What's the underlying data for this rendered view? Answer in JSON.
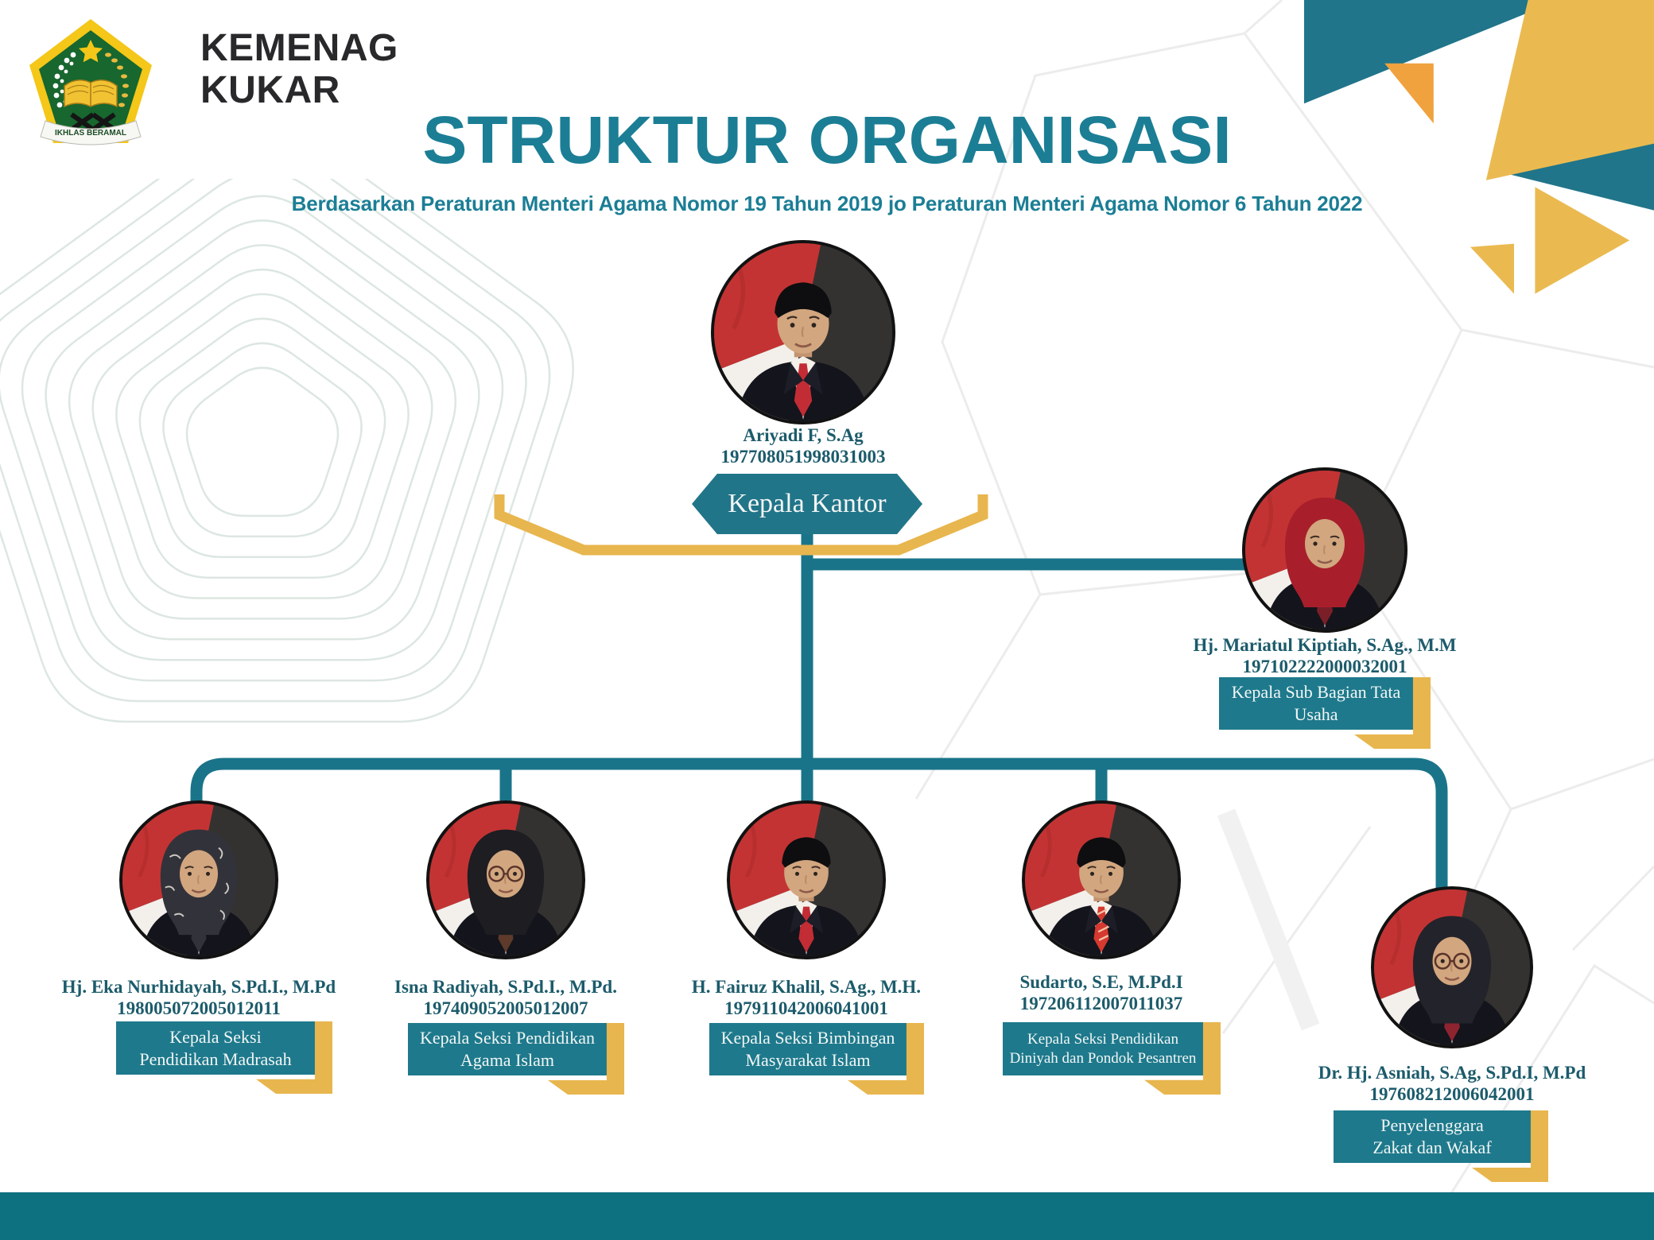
{
  "brand": {
    "line1": "KEMENAG",
    "line2": "KUKAR",
    "logo_banner": "IKHLAS BERAMAL"
  },
  "header": {
    "title": "STRUKTUR ORGANISASI",
    "subtitle": "Berdasarkan Peraturan Menteri Agama Nomor 19 Tahun 2019 jo Peraturan Menteri Agama Nomor 6 Tahun 2022"
  },
  "colors": {
    "teal_primary": "#1e798c",
    "teal_title": "#1b7e95",
    "teal_text": "#1c5b6b",
    "gold_accent": "#e8b64e",
    "footer_bar": "#0e7180",
    "logo_green": "#17672e",
    "logo_yellow": "#f4c718"
  },
  "people": [
    {
      "id": "ariyadi",
      "name": "Ariyadi F, S.Ag",
      "nip": "197708051998031003",
      "role_lines": [
        "Kepala Kantor"
      ],
      "badge": "hex",
      "avatar": {
        "headwear": "peci",
        "tie": "#c22d35"
      }
    },
    {
      "id": "mariatul",
      "name": "Hj. Mariatul Kiptiah, S.Ag., M.M",
      "nip": "197102222000032001",
      "role_lines": [
        "Kepala Sub Bagian Tata",
        "Usaha"
      ],
      "badge": "rect",
      "avatar": {
        "headwear": "hijab",
        "headwear_color": "#a81f2b",
        "tie": "#7a1f28"
      }
    },
    {
      "id": "eka",
      "name": "Hj. Eka Nurhidayah, S.Pd.I., M.Pd",
      "nip": "198005072005012011",
      "role_lines": [
        "Kepala Seksi",
        "Pendidikan Madrasah"
      ],
      "badge": "rect",
      "avatar": {
        "headwear": "hijab",
        "headwear_color": "#32323a",
        "pattern": true,
        "tie": "#32323a"
      }
    },
    {
      "id": "isna",
      "name": "Isna Radiyah, S.Pd.I., M.Pd.",
      "nip": "197409052005012007",
      "role_lines": [
        "Kepala Seksi Pendidikan",
        "Agama Islam"
      ],
      "badge": "rect",
      "avatar": {
        "headwear": "hijab",
        "headwear_color": "#1d1d22",
        "glasses": true,
        "tie": "#5d3a2a"
      }
    },
    {
      "id": "fairuz",
      "name": "H. Fairuz Khalil, S.Ag., M.H.",
      "nip": "197911042006041001",
      "role_lines": [
        "Kepala Seksi Bimbingan",
        "Masyarakat Islam"
      ],
      "badge": "rect",
      "avatar": {
        "headwear": "peci",
        "tie": "#c22d35"
      }
    },
    {
      "id": "sudarto",
      "name": "Sudarto, S.E, M.Pd.I",
      "nip": "197206112007011037",
      "role_lines": [
        "Kepala Seksi Pendidikan",
        "Diniyah dan Pondok Pesantren"
      ],
      "badge": "rect",
      "avatar": {
        "headwear": "peci",
        "tie": "#d5392f",
        "tie_stripes": true
      }
    },
    {
      "id": "asniah",
      "name": "Dr. Hj. Asniah, S.Ag, S.Pd.I, M.Pd",
      "nip": "197608212006042001",
      "role_lines": [
        "Penyelenggara",
        "Zakat dan Wakaf"
      ],
      "badge": "rect",
      "avatar": {
        "headwear": "hijab",
        "headwear_color": "#23232b",
        "glasses": true,
        "tie": "#8e2430"
      }
    }
  ]
}
